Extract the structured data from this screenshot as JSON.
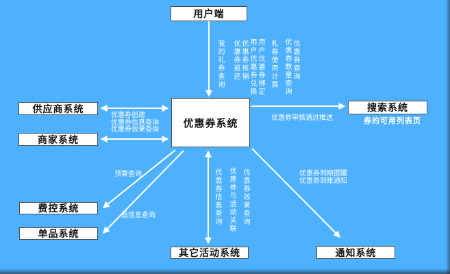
{
  "canvas": {
    "bg_color": "#4db1ff",
    "arrow_color": "#ffffff"
  },
  "nodes": {
    "client": "用户端",
    "coupon_system": "优惠券系统",
    "supplier_system": "供应商系统",
    "merchant_system": "商家系统",
    "search_system": "搜索系统",
    "cost_control_system": "费控系统",
    "product_system": "单品系统",
    "other_activity_system": "其它活动系统",
    "notification_system": "通知系统"
  },
  "edge_labels": {
    "client_to_coupon": [
      "我的礼券查询",
      "优惠券返还",
      "优惠券核销",
      "用户优惠券兑换",
      "用户优惠券绑定",
      "礼券使用计算",
      "优惠券数量查询",
      "优惠券查询"
    ],
    "supplier_merchant_to_coupon": [
      "优惠券创建",
      "优惠券信息查询",
      "优惠券效果查询"
    ],
    "coupon_to_search": "优惠券审核通过推送",
    "search_system_caption": "券的可用列表页",
    "coupon_to_cost_control": "预算查询",
    "coupon_to_product": "品信息查询",
    "coupon_to_notification": [
      "优惠券到期提醒",
      "优惠券到账通知"
    ],
    "coupon_to_activity": [
      "优惠券信息查询",
      "优惠券与活动关联",
      "优惠券效果查询"
    ]
  }
}
